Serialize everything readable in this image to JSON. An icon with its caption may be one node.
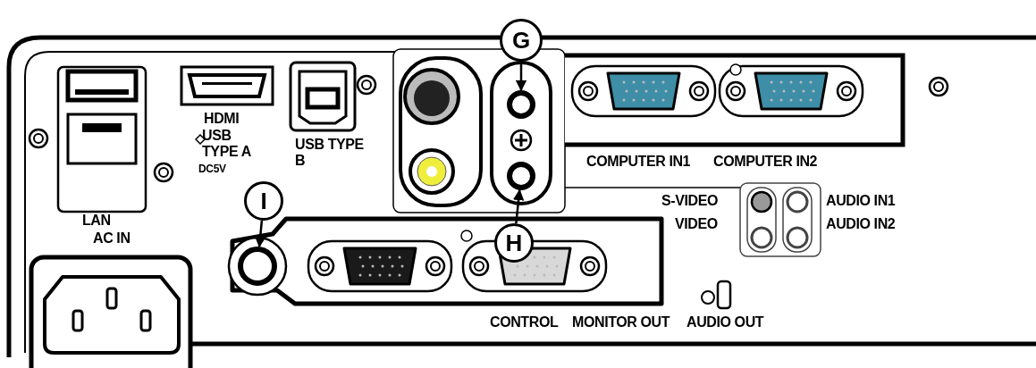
{
  "diagram": {
    "nodes": [
      {
        "text": [
          "G"
        ]
      },
      {
        "text": [],
        "shape": "circle"
      },
      {
        "text": [],
        "shape": "circle"
      },
      {
        "text": [
          "I"
        ]
      },
      {
        "text": [
          "H"
        ]
      },
      {
        "text": [],
        "shape": "circle"
      }
    ],
    "edges": [
      {
        "from": 0,
        "to": 1,
        "arrow": "to"
      },
      {
        "from": 4,
        "to": 2,
        "arrow": "to"
      },
      {
        "from": 3,
        "to": 5,
        "arrow": "to"
      }
    ],
    "labels": [
      "HDMI",
      "USB TYPE A",
      "USB TYPE B",
      "DC5V",
      "COMPUTER IN1",
      "COMPUTER IN2",
      "S-VIDEO",
      "AUDIO IN1",
      "LAN",
      "VIDEO",
      "AUDIO IN2",
      "AC IN",
      "CONTROL",
      "MONITOR OUT",
      "AUDIO OUT"
    ]
  }
}
